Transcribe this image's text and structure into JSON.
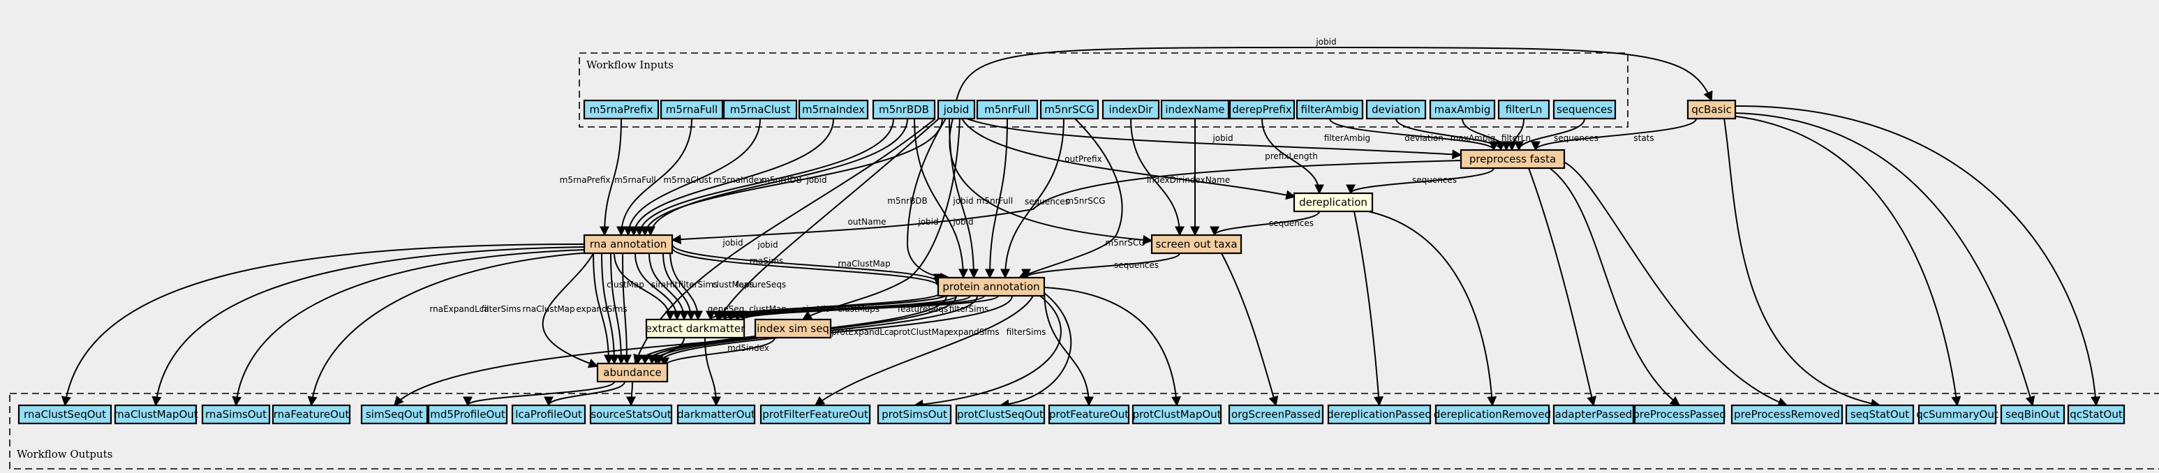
{
  "colors": {
    "background": "#eeeeee",
    "io_node": "#94ddf4",
    "step_node": "#f3cea1",
    "expression_node": "#ffffe0"
  },
  "clusters": {
    "inputs": "Workflow Inputs",
    "outputs": "Workflow Outputs"
  },
  "nodes": {
    "i_rnaPrefix": "m5rnaPrefix",
    "i_rnaFull": "m5rnaFull",
    "i_rnaClust": "m5rnaClust",
    "i_rnaIndex": "m5rnaIndex",
    "i_nrBDB": "m5nrBDB",
    "i_jobid": "jobid",
    "i_nrFull": "m5nrFull",
    "i_nrSCG": "m5nrSCG",
    "i_indexDir": "indexDir",
    "i_indexName": "indexName",
    "i_derepPrefix": "derepPrefix",
    "i_filterAmbig": "filterAmbig",
    "i_deviation": "deviation",
    "i_maxAmbig": "maxAmbig",
    "i_filterLn": "filterLn",
    "i_sequences": "sequences",
    "s_qcBasic": "qcBasic",
    "s_preprocess": "preprocess fasta",
    "s_derep": "dereplication",
    "s_rna": "rna annotation",
    "s_screen": "screen out taxa",
    "s_protein": "protein annotation",
    "s_dark": "extract darkmatter",
    "s_index": "index sim seq",
    "s_abund": "abundance",
    "o_rnaClustSeqOut": "rnaClustSeqOut",
    "o_rnaClustMapOut": "rnaClustMapOut",
    "o_rnaSimsOut": "rnaSimsOut",
    "o_rnaFeatureOut": "rnaFeatureOut",
    "o_simSeqOut": "simSeqOut",
    "o_md5ProfileOut": "md5ProfileOut",
    "o_lcaProfileOut": "lcaProfileOut",
    "o_sourceStatsOut": "sourceStatsOut",
    "o_darkmatterOut": "darkmatterOut",
    "o_protFilterFeatureOut": "protFilterFeatureOut",
    "o_protSimsOut": "protSimsOut",
    "o_protClustSeqOut": "protClustSeqOut",
    "o_protFeatureOut": "protFeatureOut",
    "o_protClustMapOut": "protClustMapOut",
    "o_orgScreenPassed": "orgScreenPassed",
    "o_dereplicationPassed": "dereplicationPassed",
    "o_dereplicationRemoved": "dereplicationRemoved",
    "o_adapterPassed": "adapterPassed",
    "o_preProcessPassed": "preProcessPassed",
    "o_preProcessRemoved": "preProcessRemoved",
    "o_seqStatOut": "seqStatOut",
    "o_qcSummaryOut": "qcSummaryOut",
    "o_seqBinOut": "seqBinOut",
    "o_qcStatOut": "qcStatOut"
  },
  "edge_labels": {
    "jobid": "jobid",
    "stats": "stats",
    "filterAmbig": "filterAmbig",
    "deviation": "deviation",
    "maxAmbig": "maxAmbig",
    "filterLn": "filterLn",
    "sequences": "sequences",
    "prefixLength": "prefixLength",
    "outPrefix": "outPrefix",
    "indexDir": "indexDir",
    "indexName": "indexName",
    "m5rnaPrefix": "m5rnaPrefix",
    "m5rnaFull": "m5rnaFull",
    "m5rnaClust": "m5rnaClust",
    "m5rnaIndex": "m5rnaIndex",
    "m5nrBDB": "m5nrBDB",
    "m5nrFull": "m5nrFull",
    "m5nrSCG": "m5nrSCG",
    "outName": "outName",
    "rnaSims": "rnaSims",
    "rnaClustMap": "rnaClustMap",
    "clustMap": "clustMap",
    "simHit": "simHit",
    "filterSims": "filterSims",
    "clustMaps": "clustMaps",
    "featureSeqs": "featureSeqs",
    "geneSeq": "geneSeq",
    "rnaExpandLca": "rnaExpandLca",
    "expandSims": "expandSims",
    "protExpandLca": "protExpandLca",
    "protClustMap": "protClustMap",
    "md5index": "md5index"
  }
}
